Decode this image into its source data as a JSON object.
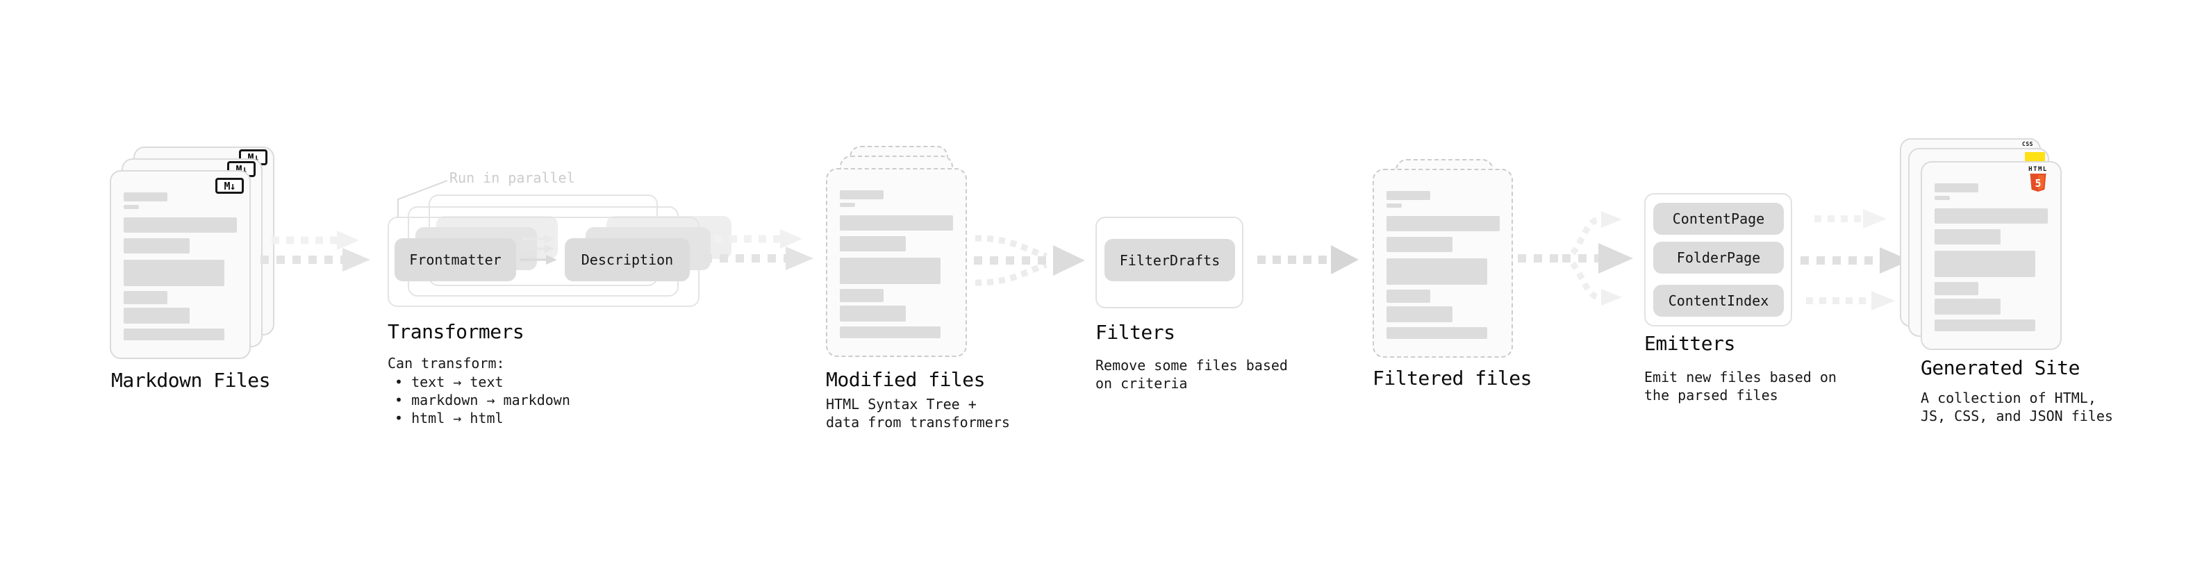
{
  "sections": {
    "markdown_files": {
      "label": "Markdown Files",
      "badge": "M↓"
    },
    "transformers": {
      "parallel_note": "Run in parallel",
      "pill_frontmatter": "Frontmatter",
      "pill_description": "Description",
      "heading": "Transformers",
      "caption_title": "Can transform:",
      "bullets": [
        "• text → text",
        "• markdown → markdown",
        "• html → html"
      ]
    },
    "modified_files": {
      "label": "Modified files",
      "caption_line1": "HTML Syntax Tree +",
      "caption_line2": "data from transformers"
    },
    "filters": {
      "heading": "Filters",
      "pill": "FilterDrafts",
      "caption_line1": "Remove some files based",
      "caption_line2": "on criteria"
    },
    "filtered_files": {
      "label": "Filtered files"
    },
    "emitters": {
      "heading": "Emitters",
      "pills": [
        "ContentPage",
        "FolderPage",
        "ContentIndex"
      ],
      "caption_line1": "Emit new files based on",
      "caption_line2": "the parsed files"
    },
    "generated_site": {
      "label": "Generated Site",
      "caption_line1": "A collection of HTML,",
      "caption_line2": "JS, CSS, and JSON files",
      "html5_badge_text": "HTML",
      "html5_badge_number": "5",
      "css_badge_text": "CSS"
    }
  },
  "colors": {
    "html5_orange": "#e44d26",
    "html5_orange_light": "#f16529",
    "js_yellow": "#ffe014",
    "css_blue": "#2468f2",
    "card_fill": "#fafafa",
    "bar_gray": "#dcdcdc",
    "arrow_gray": "#e2e2e2",
    "text_black": "#111111"
  }
}
